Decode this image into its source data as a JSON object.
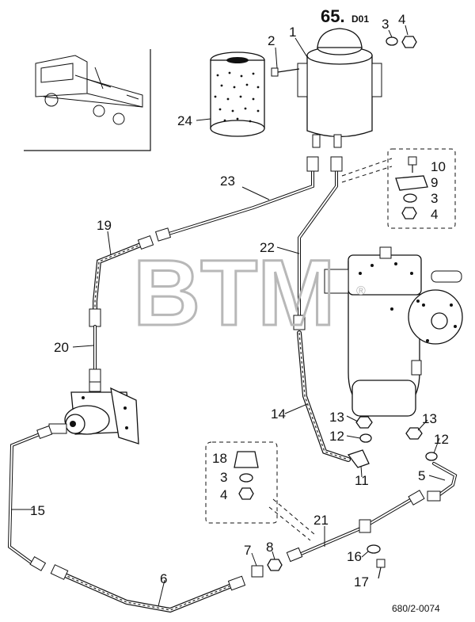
{
  "diagram": {
    "section_number": "65.",
    "section_suffix": "D01",
    "document_ref": "680/2-0074",
    "watermark": "BTM",
    "watermark_mark": "®",
    "part_callouts": [
      "1",
      "2",
      "3",
      "4",
      "5",
      "6",
      "7",
      "8",
      "9",
      "10",
      "11",
      "12",
      "13",
      "14",
      "15",
      "16",
      "17",
      "18",
      "19",
      "20",
      "21",
      "22",
      "23",
      "24"
    ]
  }
}
